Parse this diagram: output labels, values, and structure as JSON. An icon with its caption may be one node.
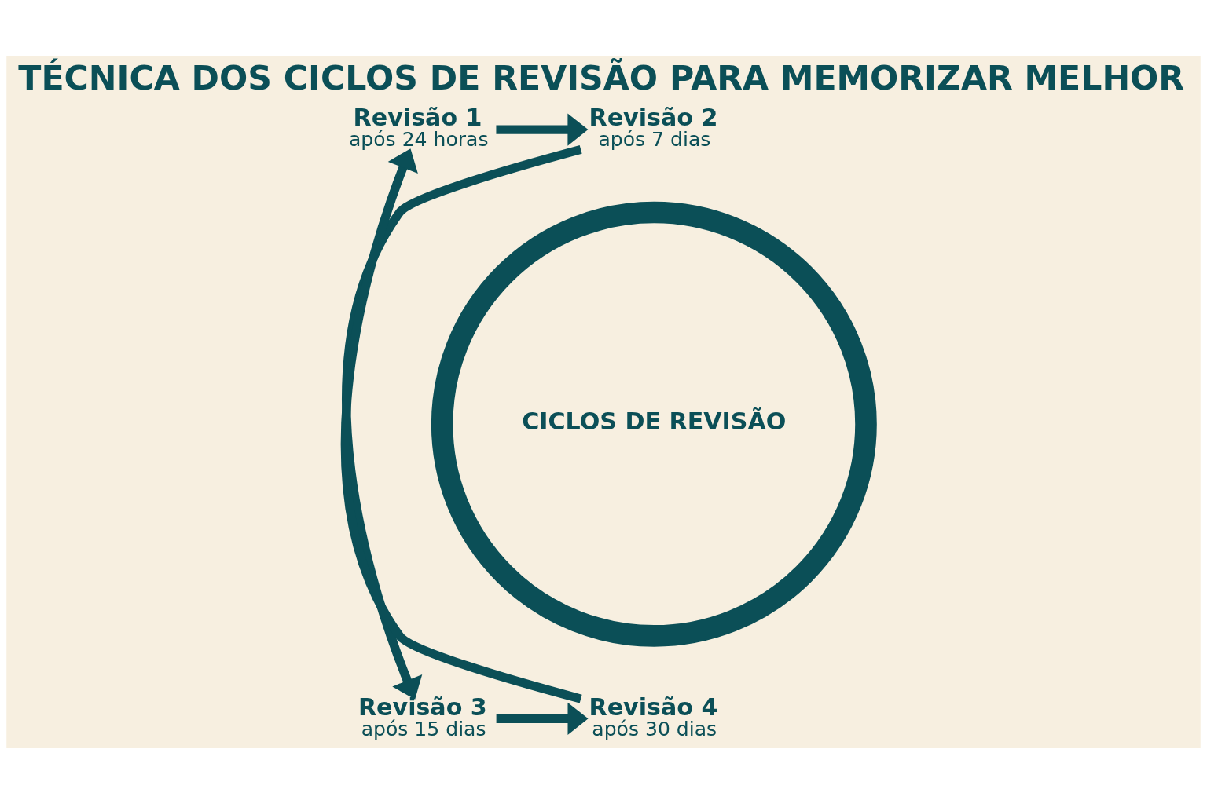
{
  "diagram": {
    "title": "TÉCNICA DOS CICLOS DE REVISÃO PARA MEMORIZAR MELHOR",
    "nodes": [
      {
        "text": [
          "Revisão 1",
          "após 24 horas"
        ]
      },
      {
        "text": [
          "Revisão 2",
          "após 7 dias"
        ]
      },
      {
        "text": [
          "CICLOS DE REVISÃO"
        ]
      },
      {
        "text": [
          "Revisão 4",
          "após 30 dias"
        ]
      },
      {
        "text": [
          "Revisão 3",
          "após 15 dias"
        ]
      }
    ],
    "edges": [
      {
        "from": 0,
        "to": 1,
        "arrow": "to"
      },
      {
        "from": 1,
        "to": 4,
        "arrow": "to"
      },
      {
        "from": 4,
        "to": 3,
        "arrow": "to"
      },
      {
        "from": 3,
        "to": 0,
        "arrow": "to"
      }
    ]
  }
}
